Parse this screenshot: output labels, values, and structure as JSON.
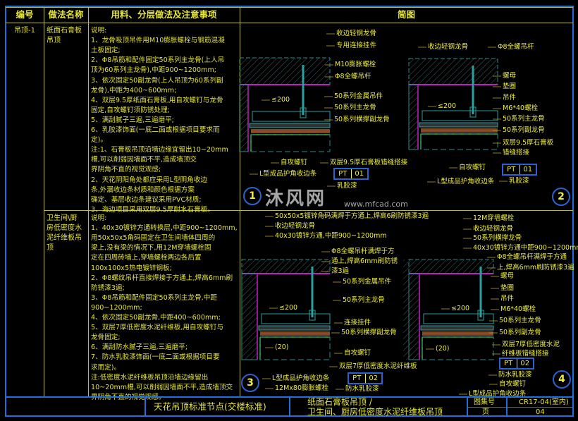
{
  "header": {
    "col_no": "编号",
    "col_name": "做法名称",
    "col_desc": "用料、分层做法及注意事项",
    "col_sketch": "简图"
  },
  "rows": [
    {
      "no": "吊顶-1",
      "name_lines": [
        "纸面石膏板",
        "吊顶"
      ],
      "notes": [
        "说明:",
        "1、龙骨吸顶吊件用M10膨胀螺栓与钢筋混凝",
        "    土板固定;",
        "2、Φ8吊筋和配件固定50系列主龙骨(上人吊",
        "    顶为60系列主龙骨),中距900~1200mm;",
        "3、依次固定50副龙骨(上人吊顶为60系列副",
        "    龙骨),中距为400~600mm;",
        "4、双层9.5厚纸面石膏板,用自攻螺钉与龙骨",
        "    固定,自攻螺钉须防锈处理;",
        "5、满刮腻子三遍,三遍磨平;",
        "6、乳胶漆饰面(一底二面或根据项目要求而",
        "    定)。",
        "注:1、石膏板吊顶沿墙边缘宜留出10~20mm",
        "         槽,可以削弱因墙面不平,造成墙顶交",
        "         界阴角不直的视觉观感;",
        "      2、天花阴阳角处都应采用L型阴角收边",
        "         条,外漏收边条材质和颜色根据方案",
        "         确定、基层收边条建议采用PVC材质;",
        "      3、海边项目采用双层9.5厚耐水石膏板。"
      ]
    },
    {
      "no": "",
      "name_lines": [
        "卫生间\\厨",
        "房低密度水",
        "泥纤维板吊",
        "顶"
      ],
      "notes": [
        "说明:",
        "1、40x30镀锌方通转换层,中距900~1200mm,",
        "    用50x50x5角码固定在卫生间墙体四周的",
        "    梁上,没有梁的情况下,用12M穿墙螺栓固",
        "    定在四周砖墙上,穿墙螺栓两边各后置",
        "    100x100x5热电镀锌钢板;",
        "2、Φ8螺纹吊杆直接焊接于方通上,焊高6mm刷",
        "    防锈漆3遍;",
        "3、Φ8吊筋和配件固定50系列主龙骨,中距",
        "    900~1200mm;",
        "4、依次固定50副龙骨,中距400~600mm;",
        "5、双层7厚低密度水泥纤维板,用自攻螺钉与",
        "    龙骨固定;",
        "6、满刮防水腻子三遍,三遍磨平;",
        "7、防水乳胶漆饰面(一底二面或根据项目要",
        "    求而定)。",
        "注:低密度水泥纤维板吊顶沿墙边缘留出",
        "10~20mm槽,可以削弱因墙面不平,造成墙顶交",
        "界阴角不直的视觉观感。"
      ]
    }
  ],
  "details": [
    {
      "number": "1",
      "labels": [
        "收边轻钢龙骨",
        "专用连接挂件",
        "M10膨胀螺栓",
        "Φ8全螺吊杆",
        "50系列金属吊件",
        "50系列主龙骨",
        "50系列横撑副龙骨",
        "≤200",
        "自攻螺钉",
        "双层9.5厚石膏板错缝搭接",
        "L型成品护角收边条",
        "乳胶漆"
      ],
      "pt": {
        "code": "PT",
        "num": "01"
      }
    },
    {
      "number": "2",
      "labels": [
        "收边轻钢龙骨",
        "Φ8全螺吊杆",
        "螺母",
        "垫圈",
        "吊件",
        "M6*40螺栓",
        "50系列主龙骨",
        "50系列副龙骨",
        "双层9.5厚石膏板",
        "错缝搭接",
        "≤200",
        "自攻螺钉",
        "L型成品护角收边条",
        "乳胶漆"
      ],
      "pt": {
        "code": "PT",
        "num": "01"
      }
    },
    {
      "number": "3",
      "labels": [
        "50x50x5镀锌角码满焊于方通上,焊高6刷防锈漆3遍",
        "收边轻钢龙骨",
        "40x30镀锌方通,中距900~1200mm",
        "Φ8全螺吊杆满焊于方",
        "通上,焊高6mm刷防锈",
        "漆3遍",
        "50系列金属吊件",
        "50系列主龙骨",
        "≤200",
        "连接挂件",
        "50系列横撑副龙骨",
        "(20)",
        "自攻螺钉",
        "双层7厚低密度水泥纤维板",
        "L型成品护角收边条",
        "12Mx80膨胀螺栓",
        "防水乳胶漆"
      ],
      "pt": {
        "code": "PT",
        "num": "02"
      }
    },
    {
      "number": "4",
      "labels": [
        "12M穿墙螺栓",
        "收边轻钢龙骨",
        "50系列横撑龙骨",
        "40x30镀锌方通中距900~1200mm",
        "Φ8全螺吊杆满焊于方通",
        "上,焊高6mm刷防锈漆3遍",
        "螺母",
        "垫圈",
        "吊件",
        "M6*40螺栓",
        "50系列主龙骨",
        "50系列副龙骨",
        "双层7厚低密度水泥",
        "纤维板错缝搭接",
        "≤200",
        "(20)",
        "防水乳胶漆",
        "自攻螺钉",
        "L型成品护角收边条"
      ],
      "pt": {
        "code": "PT",
        "num": "02"
      }
    }
  ],
  "watermark": {
    "brand": "沐风网",
    "url": "www.mfcad.com"
  },
  "title_block": {
    "title": "天花吊顶标准节点(交楼标准)",
    "subtitle_line1": "纸面石膏板吊顶 /",
    "subtitle_line2": "卫生间、厨房低密度水泥纤维板吊顶",
    "atlas_label": "图集号",
    "atlas_value": "CR17-04(室内)",
    "page_label": "页",
    "page_value": "04"
  },
  "colors": {
    "background": "#000000",
    "text": "#e6e63a",
    "frame": "#1f6fe0",
    "grid": "#b8b84a",
    "slab_hatch": "#2a8a8a",
    "magenta_line": "#c020c0",
    "board": "#8a5a2a",
    "finish_line": "#30c030"
  }
}
